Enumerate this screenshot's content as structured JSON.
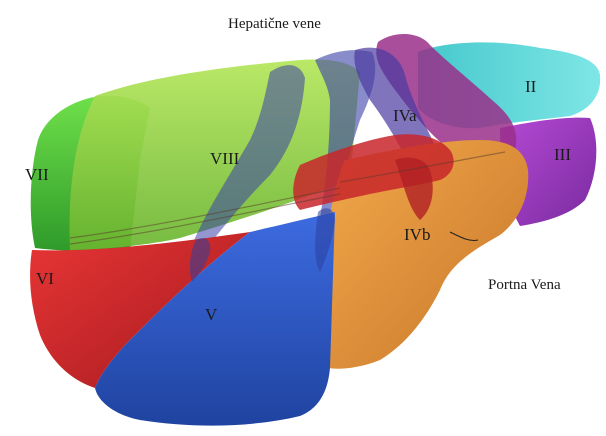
{
  "labels": {
    "hepatic_veins": "Hepatične vene",
    "portal_vein": "Portna Vena",
    "segment_II": "II",
    "segment_III": "III",
    "segment_IVa": "IVa",
    "segment_IVb": "IVb",
    "segment_V": "V",
    "segment_VI": "VI",
    "segment_VII": "VII",
    "segment_VIII": "VIII"
  },
  "colors": {
    "segment_II": "#4fd6d6",
    "segment_III": "#a23fc4",
    "segment_IVa": "#5a2f9e",
    "segment_IVb": "#e8973a",
    "segment_V": "#2f5cc4",
    "segment_VI": "#d42a2a",
    "segment_VII": "#4fc43a",
    "segment_VIII": "#8fd23c",
    "hepatic_veins": "#3a3fa8",
    "portal_vein": "#c8262a",
    "top_purple": "#9a2f8a"
  }
}
